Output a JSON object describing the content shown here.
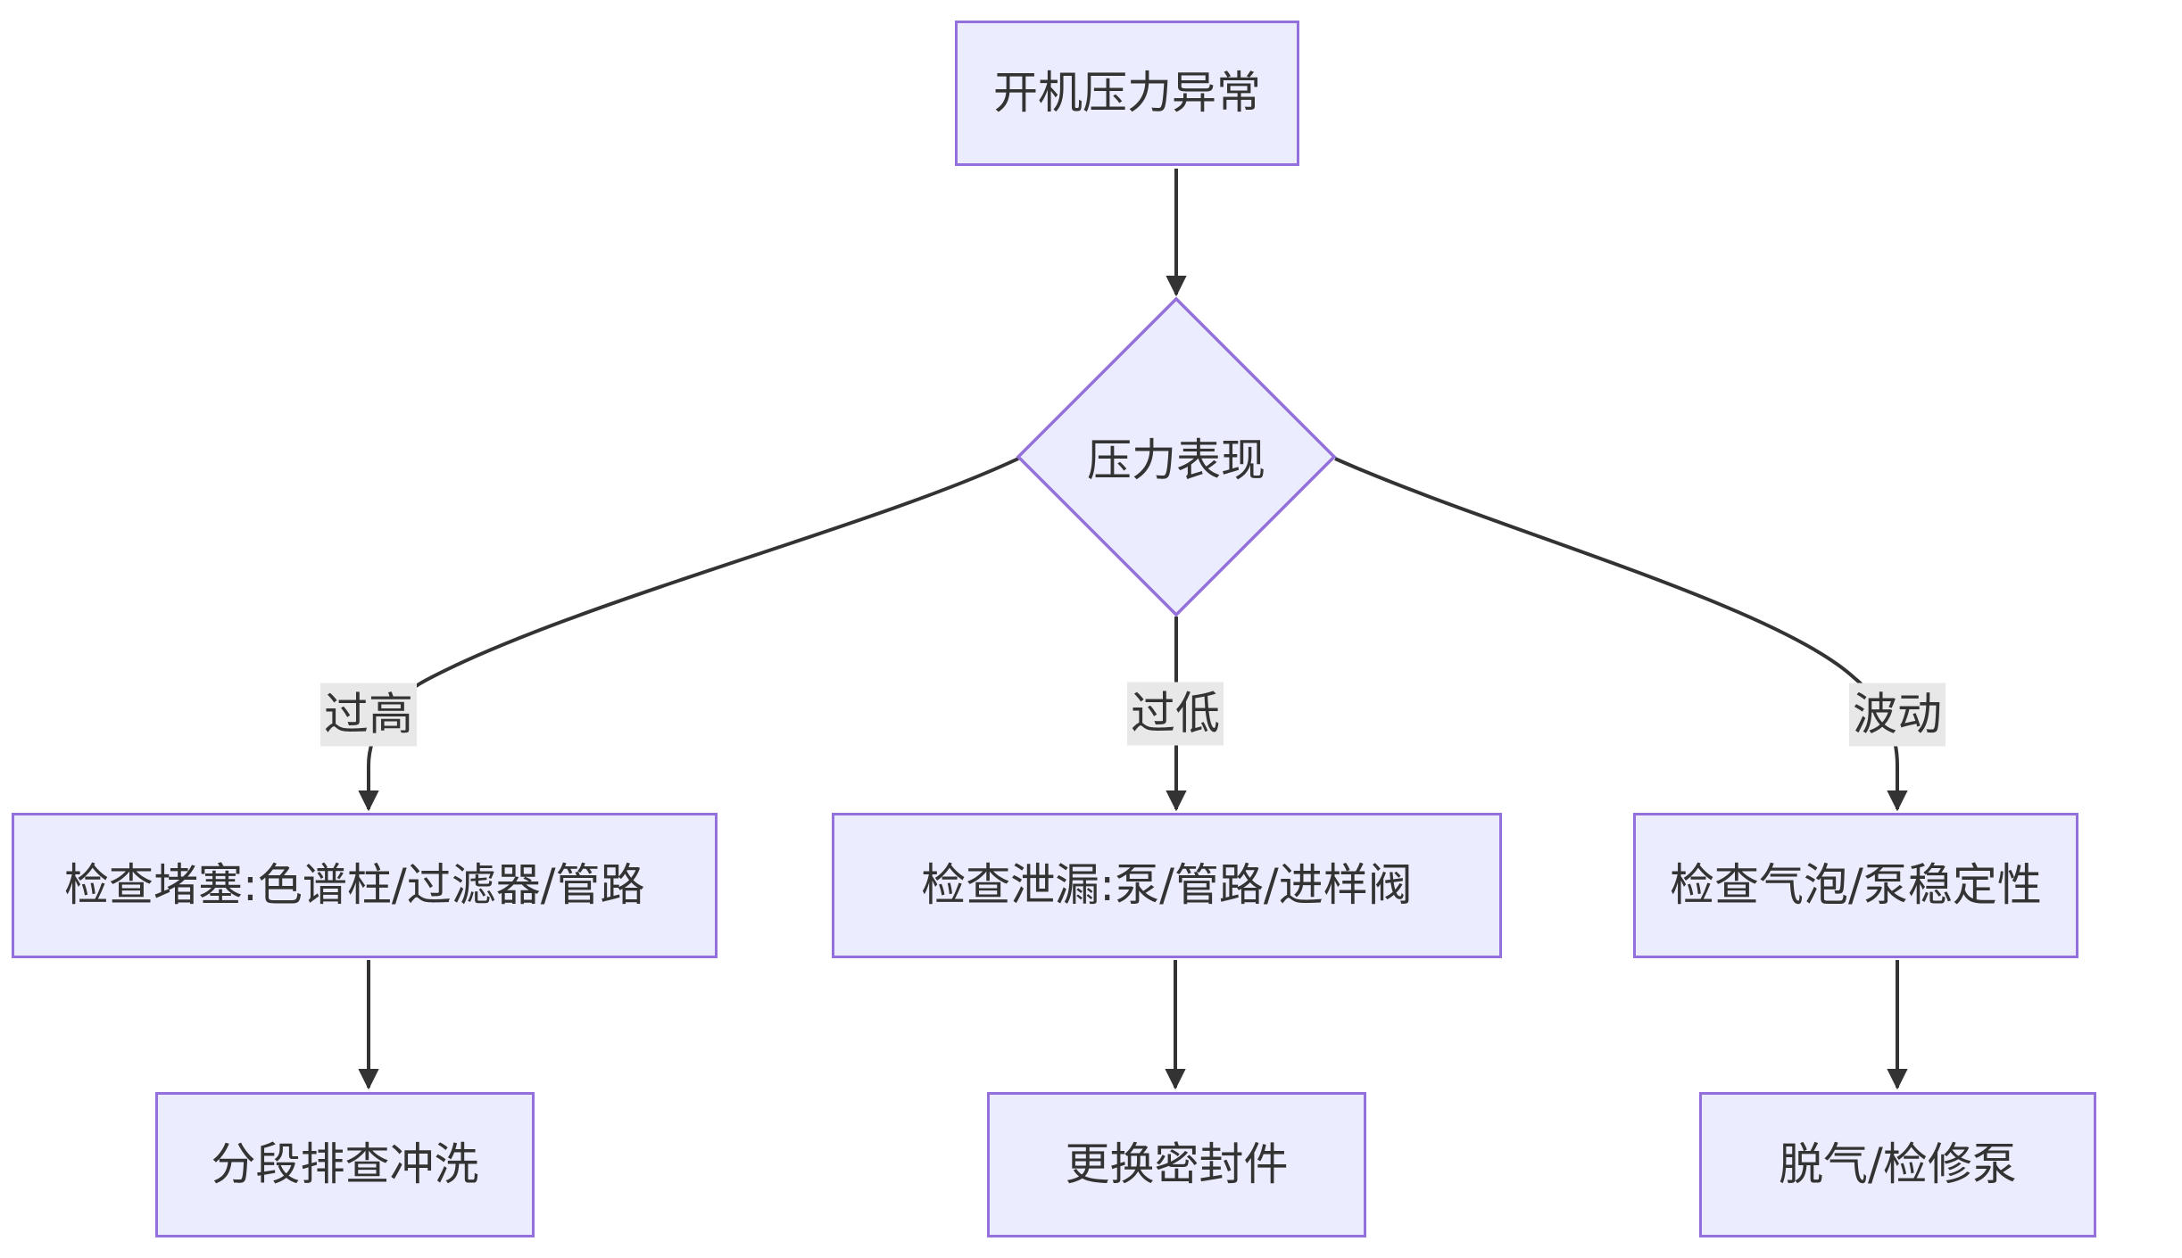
{
  "diagram": {
    "type": "flowchart",
    "direction": "top-down",
    "colors": {
      "background": "#ffffff",
      "node_fill": "#ECECFF",
      "node_border": "#9370DB",
      "edge_line": "#333333",
      "text": "#333333",
      "edge_label_bg": "#e8e8e8"
    },
    "nodes": {
      "start": {
        "label": "开机压力异常",
        "shape": "rectangle"
      },
      "decision": {
        "label": "压力表现",
        "shape": "diamond"
      },
      "high_action": {
        "label": "检查堵塞:色谱柱/过滤器/管路",
        "shape": "rectangle",
        "text_clipped": true
      },
      "low_action": {
        "label": "检查泄漏:泵/管路/进样阀",
        "shape": "rectangle"
      },
      "fluct_action": {
        "label": "检查气泡/泵稳定性",
        "shape": "rectangle"
      },
      "high_next": {
        "label": "分段排查冲洗",
        "shape": "rectangle"
      },
      "low_next": {
        "label": "更换密封件",
        "shape": "rectangle"
      },
      "fluct_next": {
        "label": "脱气/检修泵",
        "shape": "rectangle"
      }
    },
    "edges": [
      {
        "from": "start",
        "to": "decision",
        "label": ""
      },
      {
        "from": "decision",
        "to": "high_action",
        "label": "过高"
      },
      {
        "from": "decision",
        "to": "low_action",
        "label": "过低"
      },
      {
        "from": "decision",
        "to": "fluct_action",
        "label": "波动"
      },
      {
        "from": "high_action",
        "to": "high_next",
        "label": ""
      },
      {
        "from": "low_action",
        "to": "low_next",
        "label": ""
      },
      {
        "from": "fluct_action",
        "to": "fluct_next",
        "label": ""
      }
    ]
  }
}
